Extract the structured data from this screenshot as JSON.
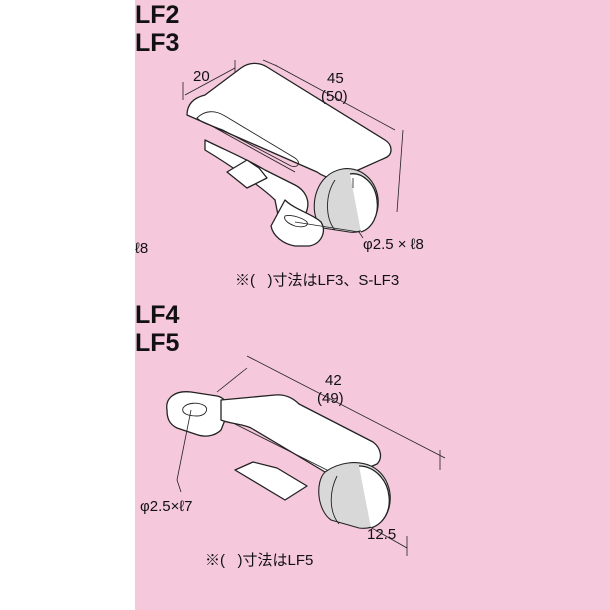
{
  "panel_color": "#f5c8dc",
  "top_section": {
    "model_line1": "LF2",
    "model_line2": "LF3",
    "dim_width": "20",
    "dim_length": "45",
    "dim_length_alt": "(50)",
    "hole_spec": "φ2.5 × ℓ8",
    "left_fragment": "ℓ8",
    "note": "※(   )寸法はLF3、S-LF3"
  },
  "bottom_section": {
    "model_line1": "LF4",
    "model_line2": "LF5",
    "dim_length": "42",
    "dim_length_alt": "(49)",
    "hole_spec": "φ2.5×ℓ7",
    "dim_width": "12.5",
    "note": "※(   )寸法はLF5"
  }
}
